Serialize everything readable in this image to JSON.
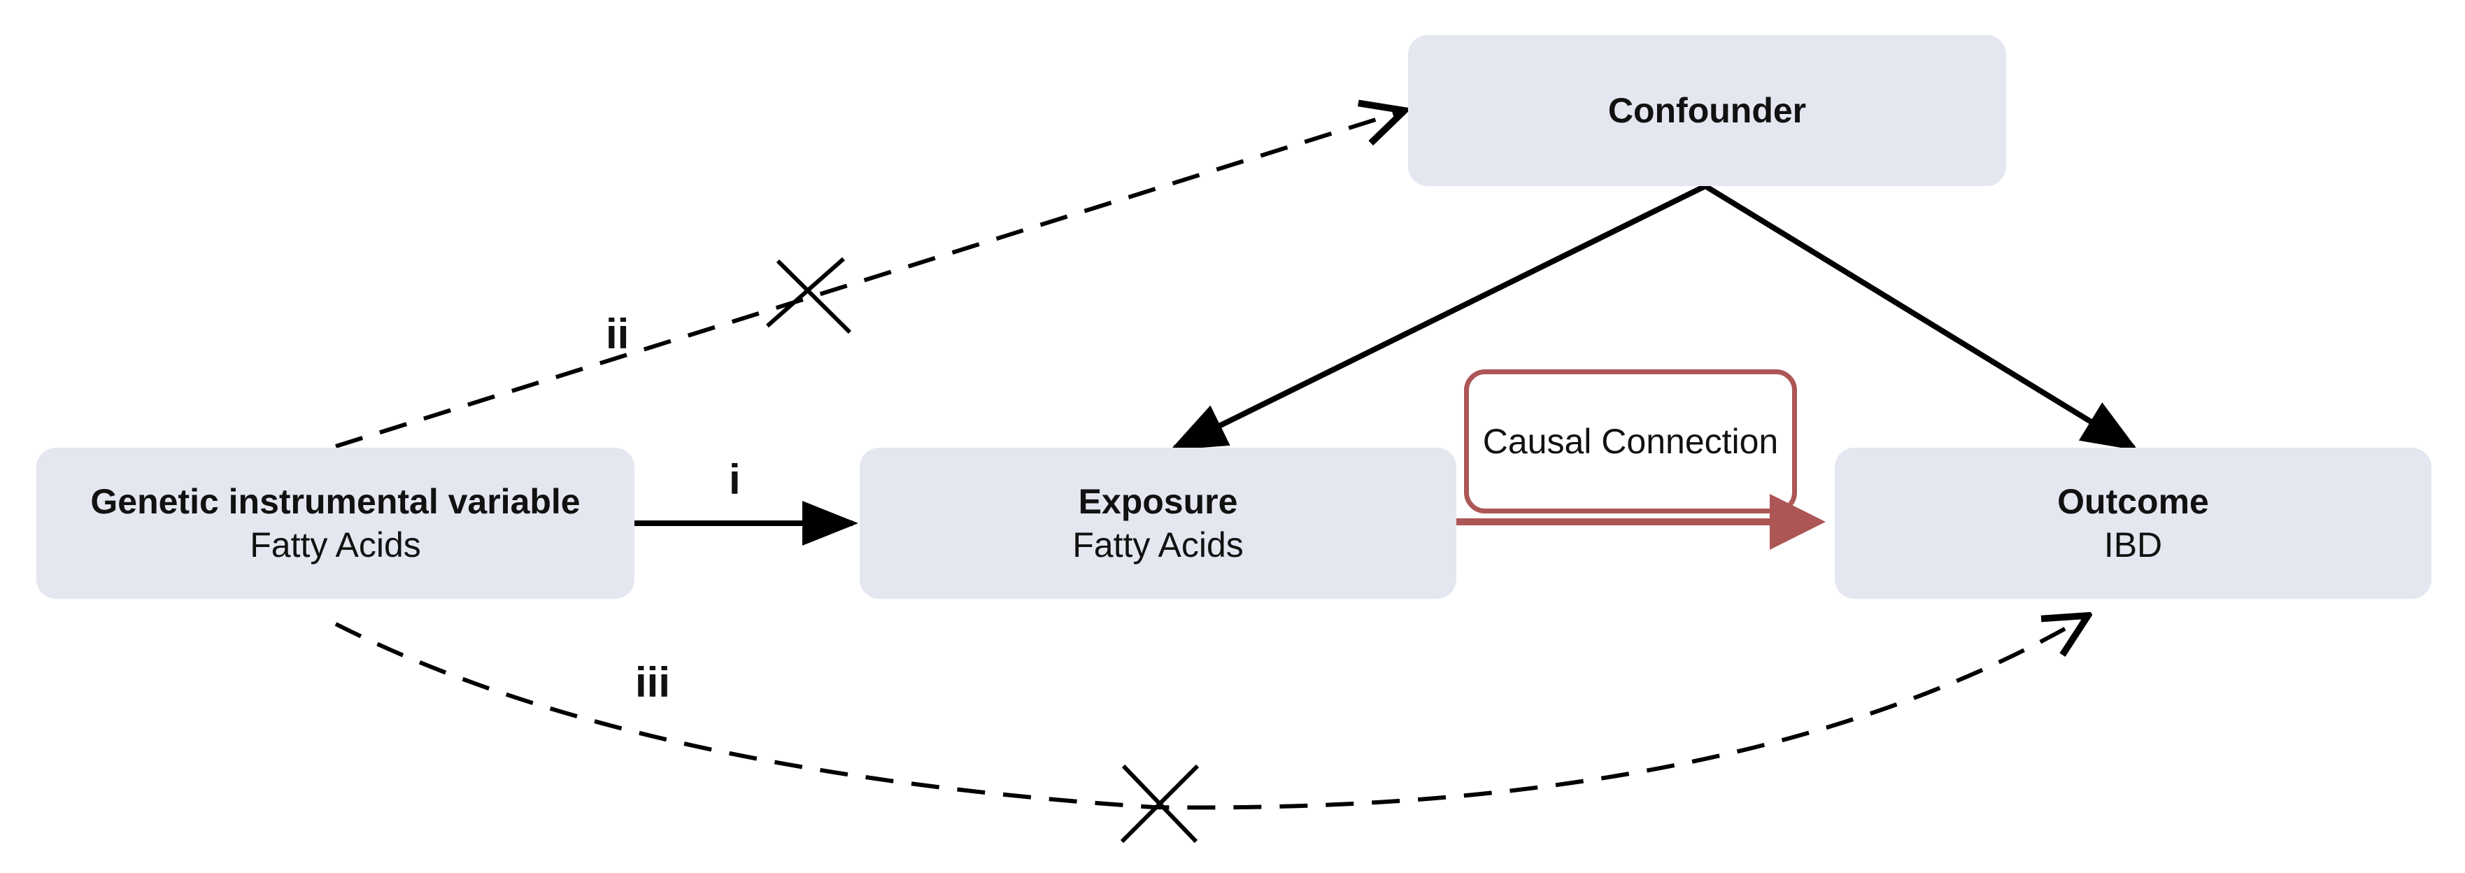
{
  "nodes": {
    "genetic": {
      "title": "Genetic instrumental variable",
      "subtitle": "Fatty Acids"
    },
    "exposure": {
      "title": "Exposure",
      "subtitle": "Fatty Acids"
    },
    "outcome": {
      "title": "Outcome",
      "subtitle": "IBD"
    },
    "confounder": {
      "title": "Confounder"
    }
  },
  "causal_connection": {
    "label": "Causal Connection"
  },
  "paths": {
    "i": "i",
    "ii": "ii",
    "iii": "iii"
  },
  "colors": {
    "node_fill": "#e4e6f0",
    "causal_accent": "#ad5656",
    "line": "#000000"
  }
}
